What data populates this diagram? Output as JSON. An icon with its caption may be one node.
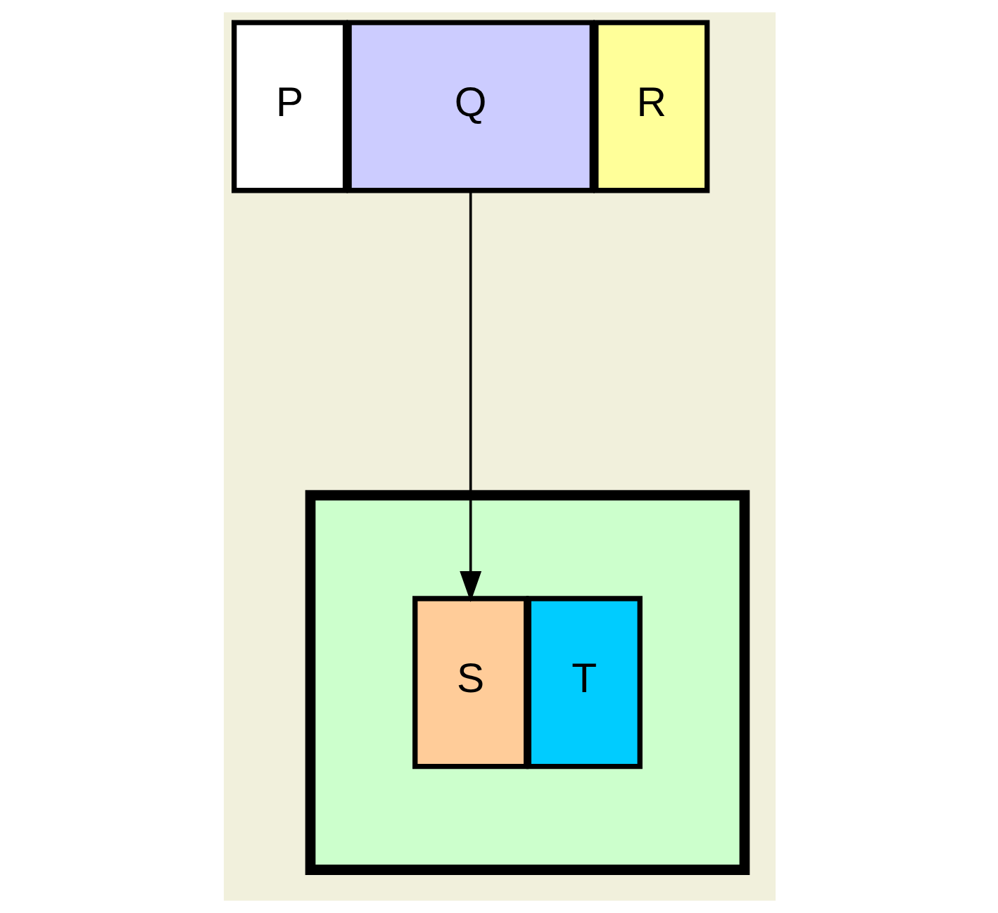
{
  "diagram": {
    "nodes": [
      {
        "text": [
          "P"
        ]
      },
      {
        "text": [
          "Q"
        ]
      },
      {
        "text": [
          "R"
        ]
      },
      {
        "text": [],
        "shape": "trapezium"
      },
      {
        "text": [
          "S"
        ],
        "in": 3
      },
      {
        "text": [
          "T"
        ],
        "in": 3
      }
    ],
    "edges": [
      {
        "from": 1,
        "to": 4,
        "arrow": "to"
      }
    ]
  }
}
